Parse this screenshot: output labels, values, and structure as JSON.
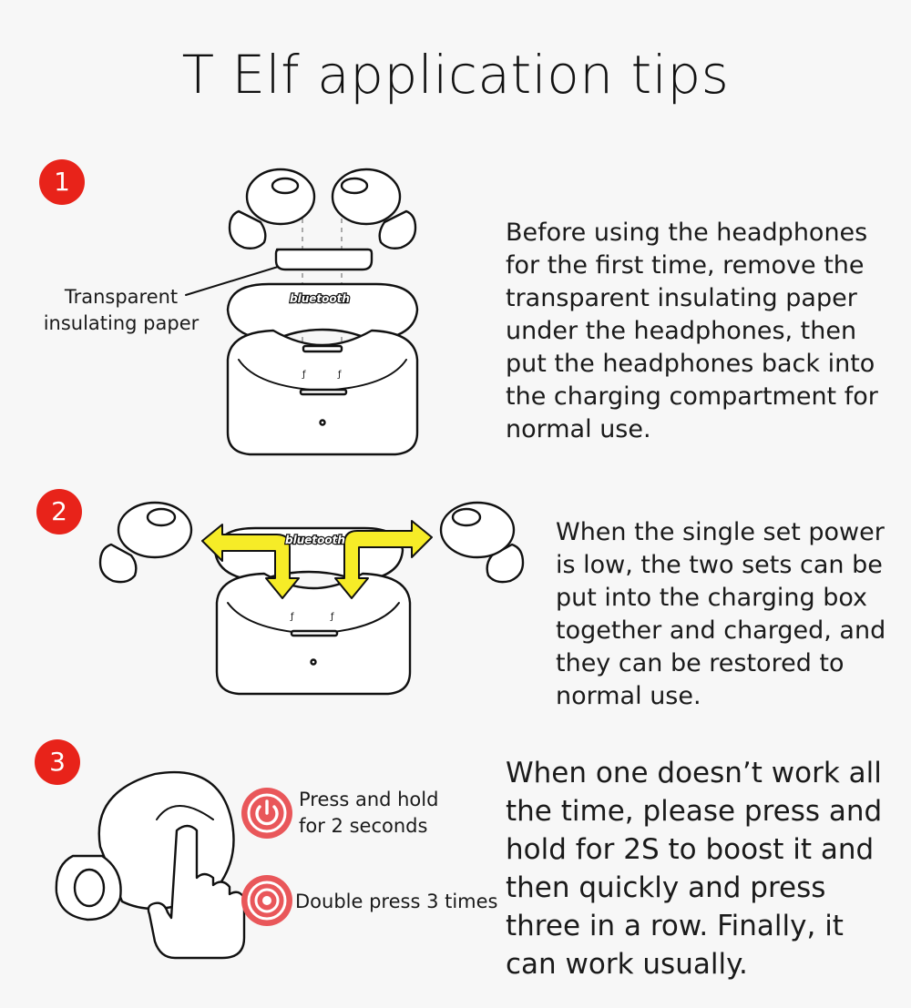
{
  "title": "T Elf application tips",
  "steps": [
    {
      "number": "1",
      "text": "Before using the headphones\nfor the first time, remove the\ntransparent insulating paper\nunder the headphones, then\nput the headphones back into\nthe charging compartment for\nnormal use.",
      "label": "Transparent\ninsulating paper",
      "case_logo": "bluetooth"
    },
    {
      "number": "2",
      "text": "When the single set power\nis low, the two sets can be\nput into the charging box\ntogether and charged, and\nthey can be restored to\nnormal use.",
      "case_logo": "bluetooth"
    },
    {
      "number": "3",
      "text": "When one doesn’t work all\nthe time, please press and\nhold for 2S to boost it and\nthen quickly and press\nthree in a row. Finally, it\ncan work usually.",
      "press_hold_label": "Press and hold\nfor 2 seconds",
      "double_press_label": "Double press 3 times"
    }
  ],
  "colors": {
    "badge": "#e8231a",
    "arrow": "#f6ec27",
    "button_icon": "#e9575a"
  },
  "icons": [
    "power-icon",
    "target-icon",
    "hand-press-icon"
  ]
}
